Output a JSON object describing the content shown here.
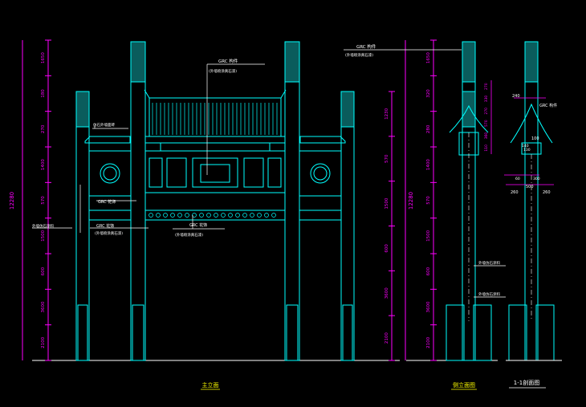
{
  "colors": {
    "background": "#000000",
    "structure": "#00ffff",
    "dimension": "#ff00ff",
    "text": "#ffffff",
    "highlight": "#ffff00",
    "leader": "#ffffff",
    "accent_red": "#ff3030",
    "accent_green": "#00ff00"
  },
  "front": {
    "title": "主立面",
    "left_dims": [
      "1650",
      "180",
      "270",
      "1400",
      "570",
      "1500",
      "600",
      "3600",
      "2100"
    ],
    "total_height": "12280",
    "right_dims": [
      "1230",
      "570",
      "1500",
      "600",
      "3600",
      "2100"
    ],
    "notes": [
      "GRC 构件",
      "(外墙喷涂真石漆)",
      "仿石外墙面砖",
      "GRC 花饰",
      "外墙仿石涂料",
      "GRC 花饰",
      "(外墙喷涂真石漆)",
      "GRC 花饰",
      "(外墙喷涂真石漆)"
    ]
  },
  "side": {
    "title": "侧立面图",
    "top_note": "GRC 构件",
    "top_note_sub": "(外墙喷涂真石漆)",
    "left_dims": [
      "1650",
      "320",
      "280",
      "1400",
      "570",
      "1500",
      "600",
      "3600",
      "2100"
    ],
    "total_height": "12280",
    "notes": [
      "外墙仿石涂料",
      "外墙仿石涂料"
    ]
  },
  "section": {
    "title": "1-1剖面图",
    "top_note": "GRC 构件",
    "dims_vertical": [
      "270",
      "330",
      "270",
      "570",
      "360",
      "110"
    ],
    "dims_small": [
      "240",
      "100"
    ],
    "dims_bottom": [
      "260",
      "500",
      "260"
    ],
    "label_300": "300",
    "label_140": "140",
    "label_60": "60",
    "label_130": "130"
  }
}
